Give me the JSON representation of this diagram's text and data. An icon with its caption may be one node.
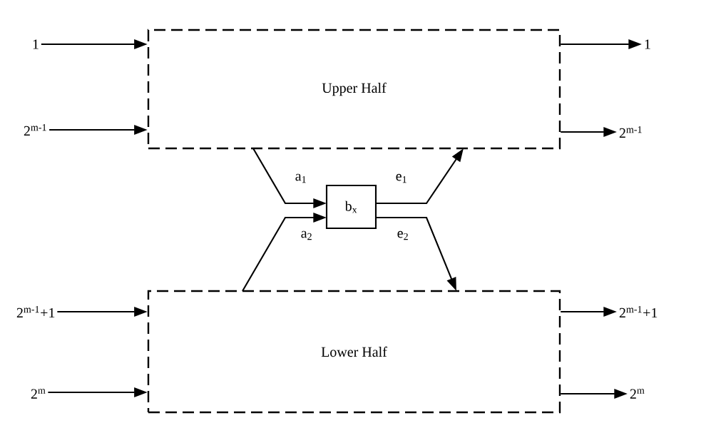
{
  "diagram": {
    "nodes": [
      {
        "text": [
          "Upper Half"
        ]
      },
      {
        "text": [
          "Lower Half"
        ]
      },
      {
        "text": [
          "b$_{x}$"
        ]
      },
      {
        "text": [
          "1"
        ]
      },
      {
        "text": [
          "2$^{m-1}$"
        ]
      },
      {
        "text": [
          "2$^{m-1}$+1"
        ]
      },
      {
        "text": [
          "2$^{m}$"
        ]
      },
      {
        "text": [
          "1"
        ]
      },
      {
        "text": [
          "2$^{m-1}$"
        ]
      },
      {
        "text": [
          "2$^{m-1}$+1"
        ]
      },
      {
        "text": [
          "2$^{m}$"
        ]
      }
    ],
    "edges": [
      {
        "from": 3,
        "to": 0,
        "arrow": "to"
      },
      {
        "from": 4,
        "to": 0,
        "arrow": "to"
      },
      {
        "from": 5,
        "to": 1,
        "arrow": "to"
      },
      {
        "from": 6,
        "to": 1,
        "arrow": "to"
      },
      {
        "from": 0,
        "to": 7,
        "arrow": "to"
      },
      {
        "from": 0,
        "to": 8,
        "arrow": "to"
      },
      {
        "from": 1,
        "to": 9,
        "arrow": "to"
      },
      {
        "from": 1,
        "to": 10,
        "arrow": "to"
      },
      {
        "from": 0,
        "to": 2,
        "arrow": "to",
        "label": "a$_{1}$"
      },
      {
        "from": 1,
        "to": 2,
        "arrow": "to",
        "label": "a$_{2}$"
      },
      {
        "from": 2,
        "to": 0,
        "arrow": "to",
        "label": "e$_{1}$"
      },
      {
        "from": 2,
        "to": 1,
        "arrow": "to",
        "label": "e$_{2}$"
      }
    ]
  }
}
